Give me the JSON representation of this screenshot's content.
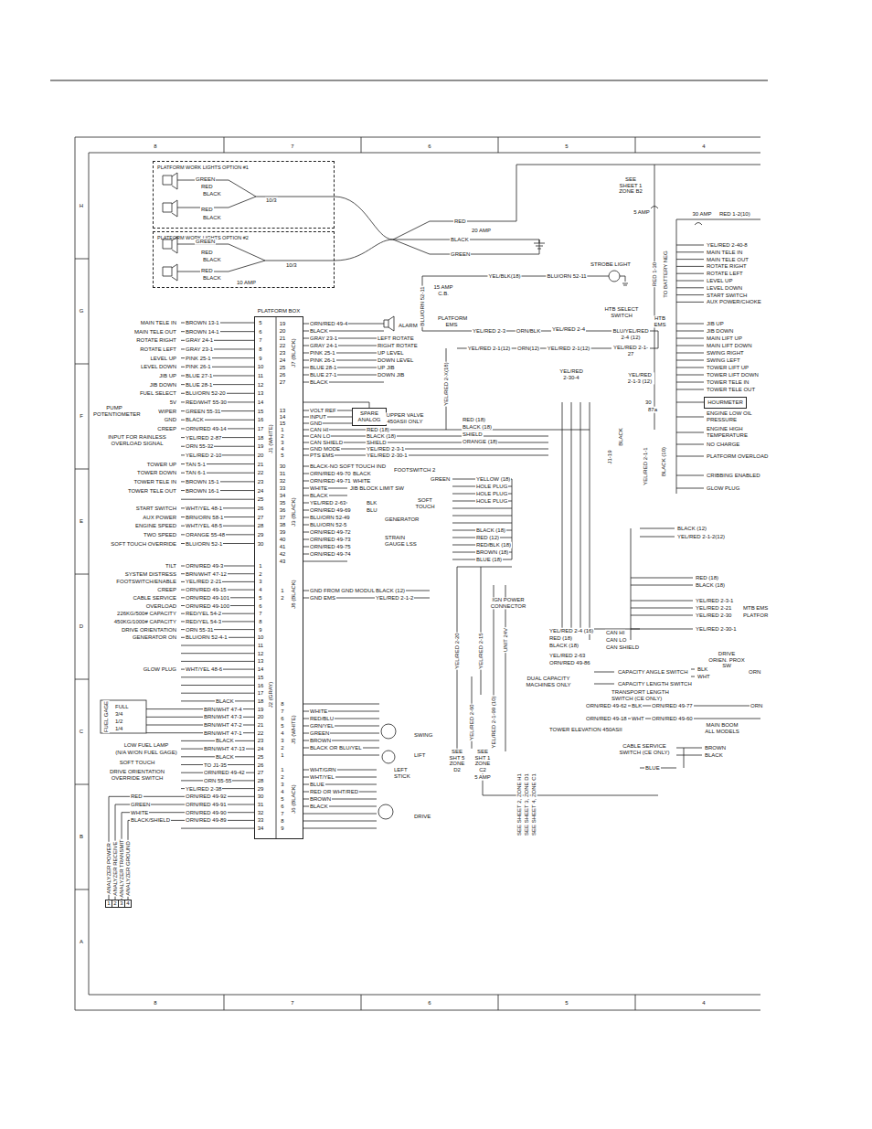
{
  "diagram": {
    "nodes": [
      {
        "text": [
          "PLATFORM WORK LIGHTS OPTION #1"
        ]
      },
      {
        "text": [
          "PLATFORM WORK LIGHTS OPTION #2"
        ]
      },
      {
        "text": [
          "PLATFORM BOX"
        ]
      },
      {
        "text": [
          "SPARE ANALOG"
        ]
      },
      {
        "text": [
          "HOURMETER"
        ]
      },
      {
        "text": [
          "1",
          "2",
          "3",
          "4"
        ]
      }
    ],
    "edges": [
      {
        "from": 3,
        "to": 2,
        "arrow": "none"
      }
    ],
    "labels": [
      "8",
      "7",
      "6",
      "5",
      "4",
      "8",
      "7",
      "6",
      "5",
      "4",
      "H",
      "G",
      "F",
      "E",
      "D",
      "C",
      "B",
      "A",
      "GREEN",
      "RED",
      "BLACK",
      "RED",
      "BLACK",
      "10/3",
      "GREEN",
      "RED",
      "BLACK",
      "RED",
      "BLACK",
      "10/3",
      "10 AMP",
      "RED",
      "20 AMP",
      "BLACK",
      "GREEN",
      "SEE SHEET 1 ZONE B2",
      "5 AMP",
      "30 AMP",
      "RED 1-2(10)",
      "RED 1-30",
      "TO BATTERY NEG",
      "YEL/RED 2-40-8",
      "MAIN TELE IN",
      "MAIN TELE OUT",
      "ROTATE RIGHT",
      "ROTATE LEFT",
      "LEVEL UP",
      "LEVEL DOWN",
      "START SWITCH",
      "AUX POWER/CHOKE",
      "JIB UP",
      "JIB DOWN",
      "MAIN LIFT UP",
      "MAIN LIFT DOWN",
      "SWING RIGHT",
      "SWING LEFT",
      "TOWER LIFT UP",
      "TOWER LIFT DOWN",
      "TOWER TELE IN",
      "TOWER TELE OUT",
      "ENGINE LOW OIL PRESSURE",
      "ENGINE HIGH TEMPERATURE",
      "NO CHARGE",
      "PLATFORM OVERLOAD",
      "CRIBBING ENABLED",
      "GLOW PLUG",
      "STROBE LIGHT",
      "15 AMP C.B.",
      "YEL/BLK(18)",
      "BLU/ORN 52-11",
      "BLU/ORN 52-11",
      "PLATFORM EMS",
      "HTB SELECT SWITCH",
      "HTB EMS",
      "YEL/RED 2-3",
      "ORN/BLK",
      "YEL/RED 2-4",
      "BLU/YEL/RED 2-4 (12)",
      "YEL/RED 2-1(12)",
      "ORN(12)",
      "YEL/RED 2-1(12)",
      "YEL/RED 2-1-27",
      "YEL/RED 2-30-4",
      "YEL/RED 2-1-3 (12)",
      "30",
      "87a",
      "UPPER VALVE 450ASII ONLY",
      "YEL/RED 2-X(18)",
      "ORN/RED 49-4",
      "ALARM",
      "BLACK",
      "GRAY 23-1",
      "GRAY 24-1",
      "PINK 25-1",
      "PINK 26-1",
      "BLUE 28-1",
      "BLUE 27-1",
      "BLACK",
      "LEFT ROTATE",
      "RIGHT ROTATE",
      "UP LEVEL",
      "DOWN LEVEL",
      "UP JIB",
      "DOWN JIB",
      "19",
      "20",
      "21",
      "22",
      "23",
      "24",
      "25",
      "26",
      "27",
      "13",
      "14",
      "15",
      "1",
      "2",
      "3",
      "4",
      "5",
      "VOLT REF",
      "INPUT",
      "GND",
      "CAN HI",
      "CAN LO",
      "CAN SHIELD",
      "GND MODE",
      "PTS EMS",
      "RED (18)",
      "BLACK (18)",
      "SHIELD",
      "YEL/RED 2-3-1",
      "YEL/RED 2-30-1",
      "RED (18)",
      "BLACK (18)",
      "SHIELD",
      "ORANGE (18)",
      "30",
      "31",
      "32",
      "33",
      "34",
      "35",
      "36",
      "37",
      "38",
      "39",
      "40",
      "41",
      "42",
      "43",
      "BLACK-NO SOFT TOUCH IND",
      "ORN/RED 49-70",
      "ORN/RED 49-71",
      "WHITE",
      "BLACK",
      "YEL/RED 2-63",
      "ORN/RED 49-69",
      "BLU/ORN 52-49",
      "BLU/ORN 52-5",
      "ORN/RED 49-72",
      "ORN/RED 49-73",
      "ORN/RED 49-75",
      "ORN/RED 49-74",
      "BLACK",
      "FOOTSWITCH 2",
      "WHITE",
      "GREEN",
      "JIB BLOCK LIMIT SW",
      "BLK",
      "BLU",
      "SOFT TOUCH",
      "GENERATOR",
      "STRAIN GAUGE LSS",
      "YELLOW (18)",
      "HOLE PLUG",
      "HOLE PLUG",
      "HOLE PLUG",
      "BLACK (18)",
      "RED (12)",
      "RED/BLK (18)",
      "BROWN (18)",
      "BLUE (18)",
      "1",
      "2",
      "GND FROM GND MODULE",
      "GND EMS",
      "BLACK (12)",
      "YEL/RED 2-1-2",
      "8",
      "7",
      "6",
      "5",
      "4",
      "3",
      "2",
      "1",
      "WHITE",
      "RED/BLU",
      "GRN/YEL",
      "GREEN",
      "BROWN",
      "BLACK OR BLU/YEL",
      "SWING",
      "LIFT",
      "1",
      "2",
      "3",
      "4",
      "5",
      "6",
      "7",
      "8",
      "9",
      "WHT/GRN",
      "WHT/YEL",
      "BLUE",
      "RED OR WHT/RED",
      "BROWN",
      "BLACK",
      "LEFT STICK",
      "DRIVE",
      "J7 (BLACK)",
      "J1 (WHITE)",
      "J2 (GRAY)",
      "J3 (BLACK)",
      "J8 (BLACK)",
      "J5 (WHITE)",
      "J6 (BLACK)",
      "5",
      "6",
      "7",
      "8",
      "9",
      "10",
      "11",
      "12",
      "13",
      "14",
      "15",
      "16",
      "17",
      "18",
      "19",
      "20",
      "21",
      "22",
      "23",
      "24",
      "25",
      "26",
      "27",
      "28",
      "29",
      "30",
      "MAIN TELE IN",
      "MAIN TELE OUT",
      "ROTATE RIGHT",
      "ROTATE LEFT",
      "LEVEL UP",
      "LEVEL DOWN",
      "JIB UP",
      "JIB DOWN",
      "FUEL SELECT",
      "BROWN 13-1",
      "BROWN 14-1",
      "GRAY 24-1",
      "GRAY 23-1",
      "PINK 25-1",
      "PINK 26-1",
      "BLUE 27-1",
      "BLUE 28-1",
      "BLU/ORN 52-20",
      "5V",
      "WIPER",
      "GND",
      "CREEP",
      "RED/WHT 55-30",
      "GREEN 55-31",
      "BLACK",
      "ORN/RED 49-14",
      "PUMP POTENTIOMETER",
      "YEL/RED 2-87",
      "INPUT FOR RAINLESS OVERLOAD SIGNAL",
      "ORN 55-32",
      "YEL/RED 2-10",
      "TOWER UP",
      "TOWER DOWN",
      "TOWER TELE IN",
      "TOWER TELE OUT",
      "TAN 5-1",
      "TAN 6-1",
      "BROWN 15-1",
      "BROWN 16-1",
      "START SWITCH",
      "AUX POWER",
      "ENGINE SPEED",
      "TWO SPEED",
      "SOFT TOUCH OVERRIDE",
      "WHT/YEL 48-1",
      "BRN/ORN 58-1",
      "WHT/YEL 48-5",
      "ORANGE 55-48",
      "BLU/ORN 52-1",
      "1",
      "2",
      "3",
      "4",
      "5",
      "6",
      "7",
      "8",
      "9",
      "10",
      "11",
      "12",
      "13",
      "14",
      "15",
      "16",
      "17",
      "18",
      "19",
      "20",
      "21",
      "22",
      "23",
      "24",
      "25",
      "26",
      "27",
      "28",
      "29",
      "30",
      "31",
      "32",
      "33",
      "34",
      "TILT",
      "SYSTEM DISTRESS",
      "FOOTSWITCH/ENABLE",
      "CREEP",
      "CABLE SERVICE",
      "OVERLOAD",
      "226KG/500# CAPACITY",
      "450KG/1000# CAPACITY",
      "DRIVE ORIENTATION",
      "GENERATOR ON",
      "ORN/RED 49-3",
      "BRN/WHT 47-12",
      "YEL/RED 2-21",
      "ORN/RED 49-15",
      "ORN/RED 49-101",
      "ORN/RED 49-100",
      "RED/YEL 54-2",
      "RED/YEL 54-3",
      "ORN 55-31",
      "BLU/ORN 52-4-1",
      "GLOW PLUG",
      "WHT/YEL 48-6",
      "BLACK",
      "FUEL GAGE",
      "FULL",
      "3/4",
      "1/2",
      "1/4",
      "BRN/WHT 47-4",
      "BRN/WHT 47-3",
      "BRN/WHT 47-2",
      "BRN/WHT 47-1",
      "BLACK",
      "LOW FUEL LAMP",
      "(N/A W/ON FUEL GAGE)",
      "BRN/WHT 47-13",
      "BLACK",
      "SOFT TOUCH",
      "TO J1-35",
      "DRIVE ORIENTATION OVERRIDE SWITCH",
      "ORN/RED 49-42",
      "ORN 55-55",
      "YEL/RED 2-38",
      "RED",
      "GREEN",
      "WHITE",
      "BLACK/SHIELD",
      "ORN/RED 49-92",
      "ORN/RED 49-91",
      "ORN/RED 49-90",
      "ORN/RED 49-89",
      "ANALYZER POWER",
      "ANALYZER RECEIVE",
      "ANALYZER TRANSMIT",
      "ANALYZER GROUND",
      "IGN POWER CONNECTOR",
      "YEL/RED 2-20",
      "YEL/RED 2-15",
      "YEL/RED 2-60",
      "YEL/RED 2-1-99 (10)",
      "UNIT 24V",
      "SEE SHT 5 ZONE D2",
      "SEE SHT 1 ZONE C2",
      "5 AMP",
      "SEE SHEET 2, ZONE H1",
      "SEE SHEET 3, ZONE D1",
      "SEE SHEET 4, ZONE C1",
      "YEL/RED 2-4 (16)",
      "RED (18)",
      "BLACK (18)",
      "YEL/RED 2-63",
      "ORN/RED 49-86",
      "CAN HI",
      "CAN LO",
      "CAN SHIELD",
      "DRIVE ORIEN. PROX SW",
      "DUAL CAPACITY MACHINES ONLY",
      "CAPACITY ANGLE SWITCH",
      "CAPACITY LENGTH SWITCH",
      "TRANSPORT LENGTH SWITCH (CE ONLY)",
      "BLK",
      "WHT",
      "ORN",
      "ORN/RED 49-62",
      "BLK",
      "ORN/RED 49-77",
      "ORN",
      "ORN/RED 49-18",
      "WHT",
      "ORN/RED 49-60",
      "TOWER ELEVATION 450ASII",
      "MAIN BOOM ALL MODELS",
      "CABLE SERVICE SWITCH (CE ONLY)",
      "BROWN",
      "BLACK",
      "BLUE",
      "BLACK (12)",
      "YEL/RED 2-1-2(12)",
      "RED (18)",
      "BLACK (18)",
      "YEL/RED 2-3-1",
      "YEL/RED 2-21",
      "YEL/RED 2-30",
      "YEL/RED 2-30-1",
      "MTB EMS",
      "PLATFOR",
      "J1-19",
      "BLACK",
      "YEL/RED 2-1-1",
      "BLACK (10)"
    ]
  }
}
